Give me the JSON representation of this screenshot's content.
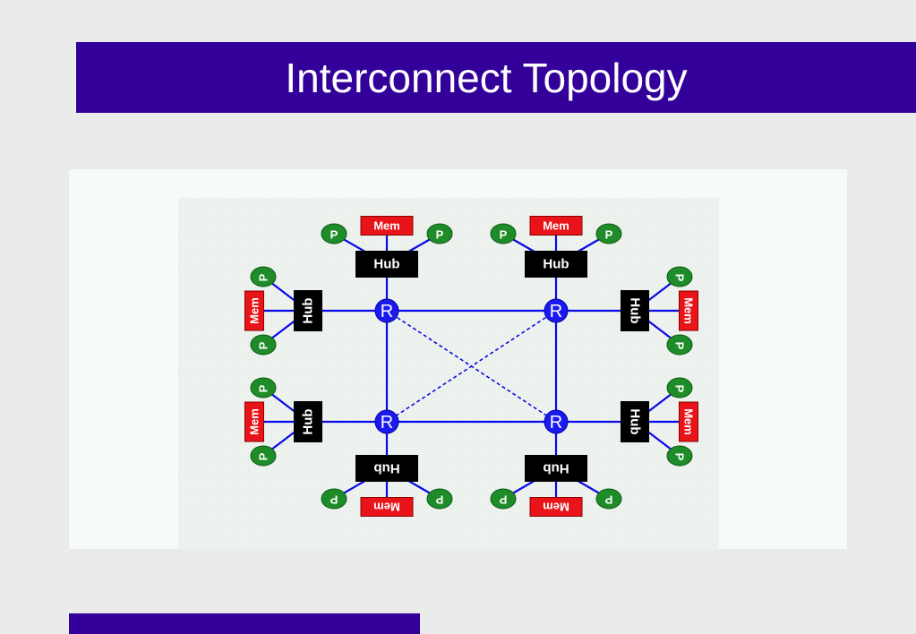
{
  "slide": {
    "title": "Interconnect Topology"
  },
  "diagram": {
    "labels": {
      "router": "R",
      "hub": "Hub",
      "memory": "Mem",
      "processor": "P"
    },
    "colors": {
      "title_bar": "#330099",
      "router": "#1a1af0",
      "link": "#0a0ae6",
      "hub": "#000000",
      "memory": "#e8141a",
      "processor": "#1e8c28"
    },
    "routers": [
      "top-left",
      "top-right",
      "bottom-left",
      "bottom-right"
    ],
    "ring_links": 4,
    "cross_links": 2,
    "hubs_per_router": 2,
    "hub_attachments": [
      "P",
      "Mem",
      "P"
    ]
  }
}
